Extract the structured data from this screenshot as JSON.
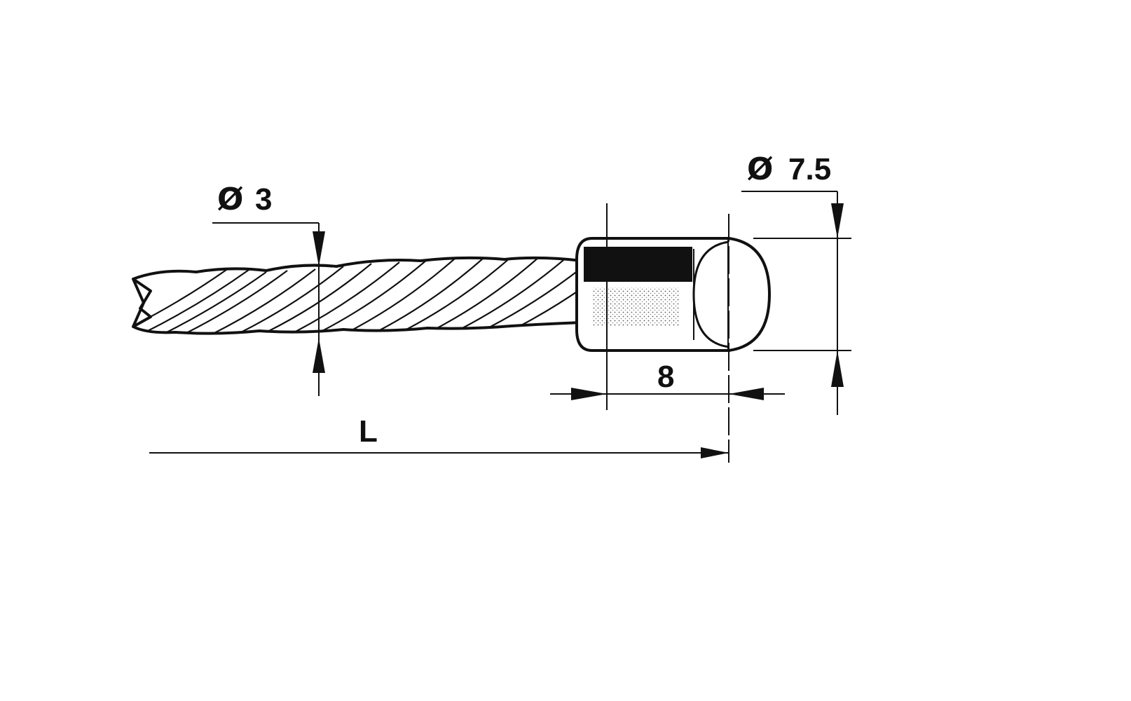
{
  "diagram": {
    "dimensions": {
      "wire_diameter": {
        "symbol": "Ø",
        "value": "3"
      },
      "nipple_diameter": {
        "symbol": "Ø",
        "value": "7.5"
      },
      "nipple_length": {
        "value": "8"
      },
      "overall_length": {
        "value": "L"
      }
    },
    "colors": {
      "ink": "#111111",
      "background": "#ffffff"
    }
  }
}
